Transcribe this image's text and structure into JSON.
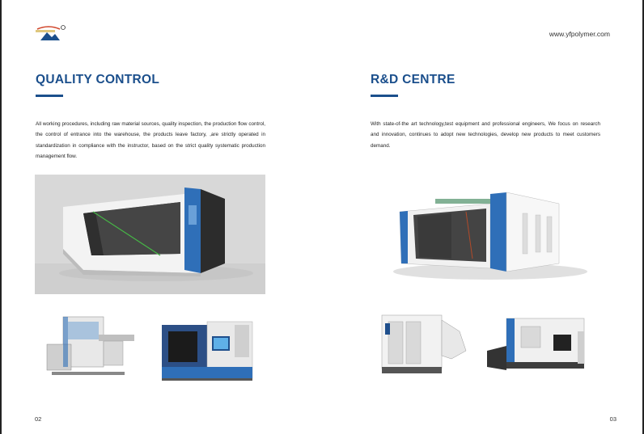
{
  "header": {
    "website": "www.yfpolymer.com",
    "logo_icon": "company-logo"
  },
  "left_page": {
    "title": "QUALITY CONTROL",
    "text": "All working procedures, including raw material sources, quality inspection, the production flow control, the control of entrance into the warehouse, the products leave factory, ,are strictly operated in standardization in compliance with the instructor, based on the strict quality systematic production management flow.",
    "page_number": "02"
  },
  "right_page": {
    "title": "R&D CENTRE",
    "text": "With state-of-the art technology,test equipment and professional engineers, We focus on research and innovation, continues to adopt new technologies, develop new products to meet customers demand.",
    "page_number": "03"
  },
  "colors": {
    "accent": "#1b4f8c",
    "machine_blue": "#2f6fb8"
  }
}
